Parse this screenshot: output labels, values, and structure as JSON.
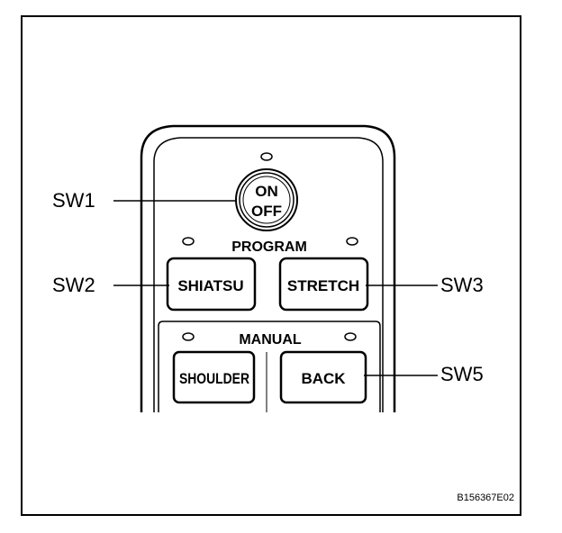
{
  "figure_code": "B156367E02",
  "remote": {
    "power_button": {
      "line1": "ON",
      "line2": "OFF"
    },
    "program_section": {
      "label": "PROGRAM",
      "buttons": [
        "SHIATSU",
        "STRETCH"
      ]
    },
    "manual_section": {
      "label": "MANUAL",
      "buttons": [
        "SHOULDER",
        "BACK"
      ]
    }
  },
  "callouts": {
    "sw1": "SW1",
    "sw2": "SW2",
    "sw3": "SW3",
    "sw5": "SW5"
  }
}
